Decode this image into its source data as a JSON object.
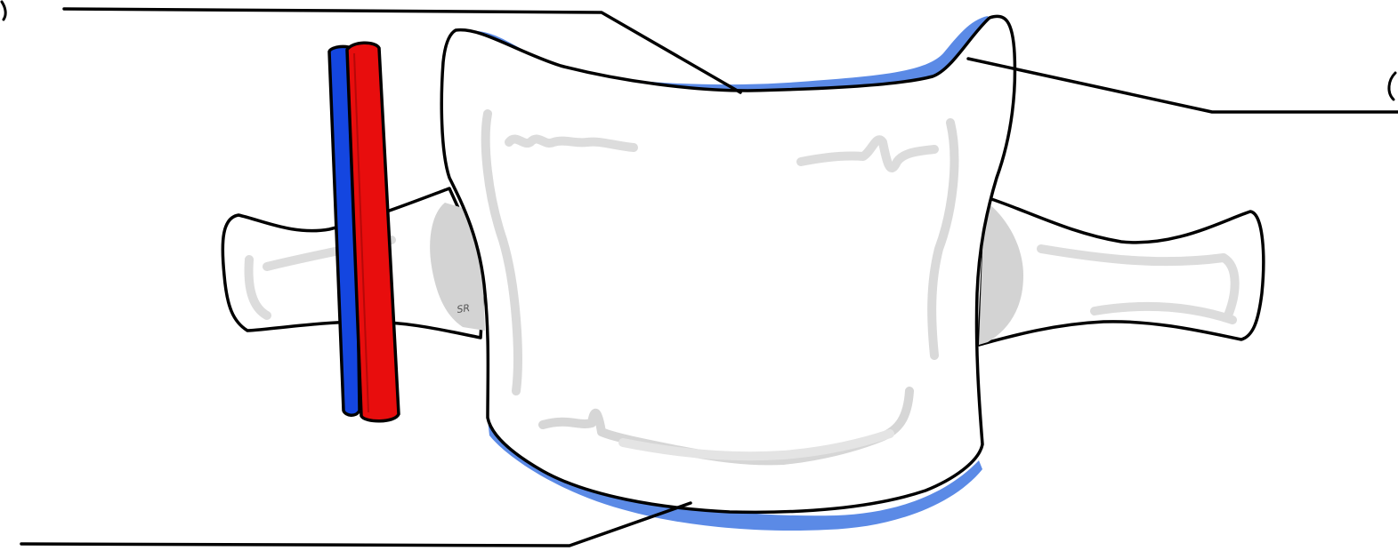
{
  "figure": {
    "signature": "SR"
  },
  "colors": {
    "outline": "#000000",
    "bone_fill": "#ffffff",
    "bone_texture": "#d9d9d9",
    "pedicle_shadow": "#d3d3d3",
    "endplate": "#5b8ae6",
    "artery": "#e80d0d",
    "vein": "#1446e0"
  },
  "icons": {
    "vertebral_body": "vertebra-body-drawing",
    "artery": "red-vessel-tube",
    "vein": "blue-vessel-tube"
  },
  "labels": []
}
